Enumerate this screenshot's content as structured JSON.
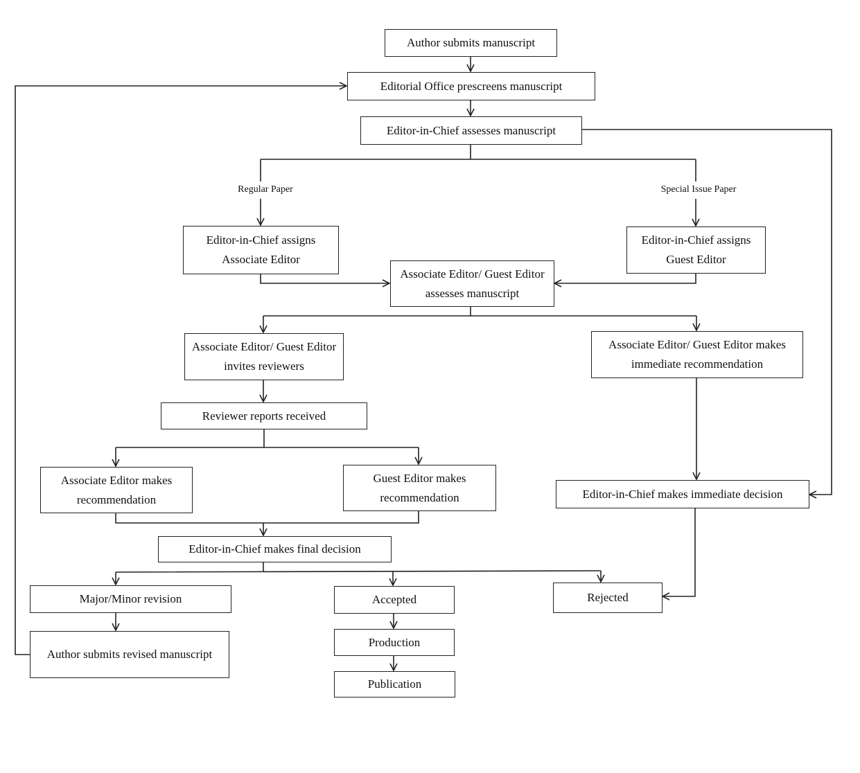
{
  "nodes": {
    "author_submits": "Author submits manuscript",
    "prescreen": "Editorial  Office prescreens manuscript",
    "eic_assess": "Editor-in-Chief assesses manuscript",
    "assign_ae": "Editor-in-Chief assigns Associate Editor",
    "assign_ge": "Editor-in-Chief assigns Guest Editor",
    "ae_ge_assess": "Associate Editor/ Guest Editor assesses manuscript",
    "invite_reviewers": "Associate Editor/ Guest Editor invites reviewers",
    "immediate_rec": "Associate Editor/ Guest Editor makes immediate recommendation",
    "reports_received": "Reviewer reports received",
    "ae_rec": "Associate Editor makes recommendation",
    "ge_rec": "Guest Editor makes recommendation",
    "eic_immediate": "Editor-in-Chief makes immediate decision",
    "eic_final": "Editor-in-Chief makes final  decision",
    "revision": "Major/Minor revision",
    "accepted": "Accepted",
    "rejected": "Rejected",
    "resubmit": "Author submits revised manuscript",
    "production": "Production",
    "publication": "Publication"
  },
  "branch_labels": {
    "regular": "Regular Paper",
    "special": "Special Issue Paper"
  }
}
